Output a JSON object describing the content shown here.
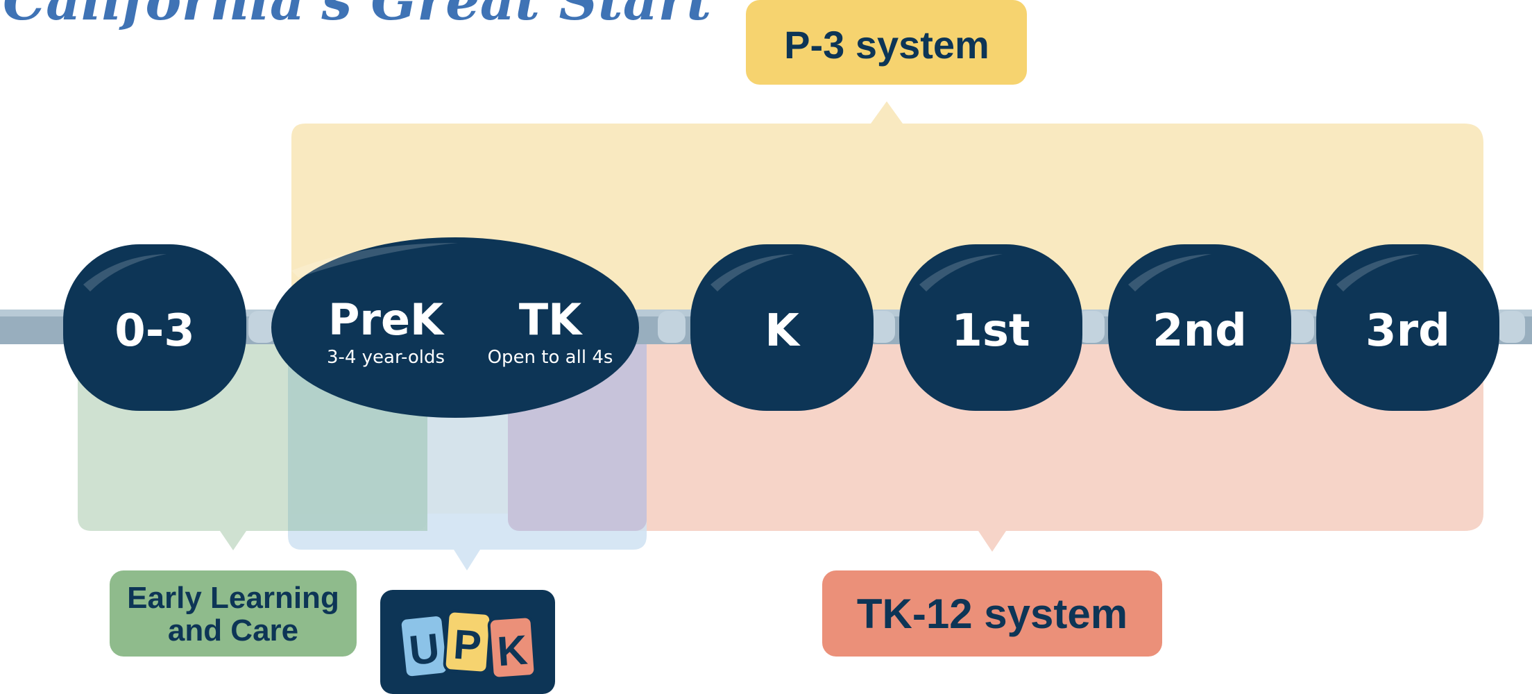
{
  "title": "California's Great Start",
  "p3_label": "P-3 system",
  "tk12_label": "TK-12 system",
  "elc_label_line1": "Early Learning",
  "elc_label_line2": "and Care",
  "upk_logo": {
    "u": "U",
    "p": "P",
    "k": "K"
  },
  "stages": {
    "zero3": {
      "label": "0-3"
    },
    "prek": {
      "label": "PreK",
      "sub": "3-4 year-olds"
    },
    "tk": {
      "label": "TK",
      "sub": "Open to all 4s"
    },
    "k": {
      "label": "K"
    },
    "first": {
      "label": "1st"
    },
    "second": {
      "label": "2nd"
    },
    "third": {
      "label": "3rd"
    }
  },
  "colors": {
    "navy": "#0d3556",
    "p3_fill": "#f9e9c0",
    "p3_tag": "#f6d36f",
    "tk12_fill": "#f6d4c8",
    "tk12_tag": "#eb9079",
    "elc_fill": "#d6e6d6",
    "elc_tag": "#8fbb8c",
    "upk_fill": "#d9e8f4",
    "title": "#3f73b5"
  }
}
